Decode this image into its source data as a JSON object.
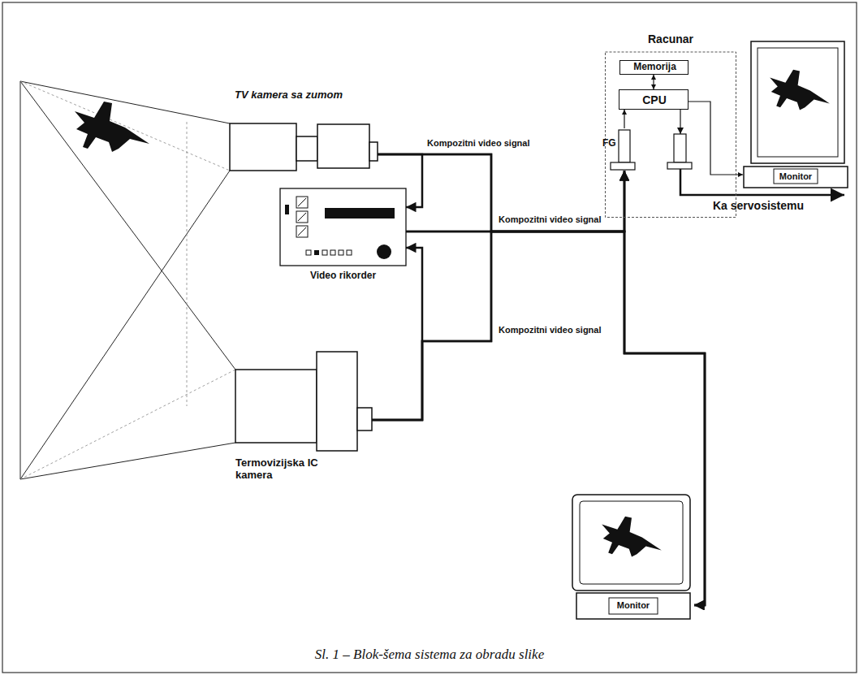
{
  "diagram": {
    "caption": "Sl. 1 – Blok-šema sistema za obradu slike",
    "nodes": [
      {
        "text": [
          "TV kamera sa zumom"
        ]
      },
      {
        "text": [
          "Video rikorder"
        ]
      },
      {
        "text": [
          "Termovizijska IC kamera"
        ]
      },
      {
        "text": [
          "Racunar"
        ]
      },
      {
        "text": [
          "Memorija"
        ],
        "in": 3
      },
      {
        "text": [
          "CPU"
        ],
        "in": 3
      },
      {
        "text": [
          "FG"
        ],
        "in": 3
      },
      {
        "text": [
          "Monitor"
        ]
      },
      {
        "text": [
          "Monitor"
        ]
      }
    ],
    "edges": [
      {
        "from": 0,
        "to": 1,
        "arrow": "to"
      },
      {
        "from": 2,
        "to": 1,
        "arrow": "to"
      },
      {
        "from": 0,
        "to": 6,
        "label": "Kompozitni video signal",
        "arrow": "to"
      },
      {
        "from": 1,
        "to": 6,
        "label": "Kompozitni video signal",
        "arrow": "to"
      },
      {
        "from": 2,
        "to": 6,
        "label": "Kompozitni video signal",
        "arrow": "to"
      },
      {
        "from": 0,
        "to": 8,
        "arrow": "to"
      },
      {
        "from": 1,
        "to": 8,
        "arrow": "to"
      },
      {
        "from": 2,
        "to": 8,
        "arrow": "to"
      },
      {
        "from": 4,
        "to": 5,
        "arrow": "both"
      },
      {
        "from": 6,
        "to": 5,
        "arrow": "to"
      },
      {
        "from": 5,
        "to": 7,
        "arrow": "to"
      }
    ],
    "labels": [
      "Ka servosistemu"
    ]
  }
}
